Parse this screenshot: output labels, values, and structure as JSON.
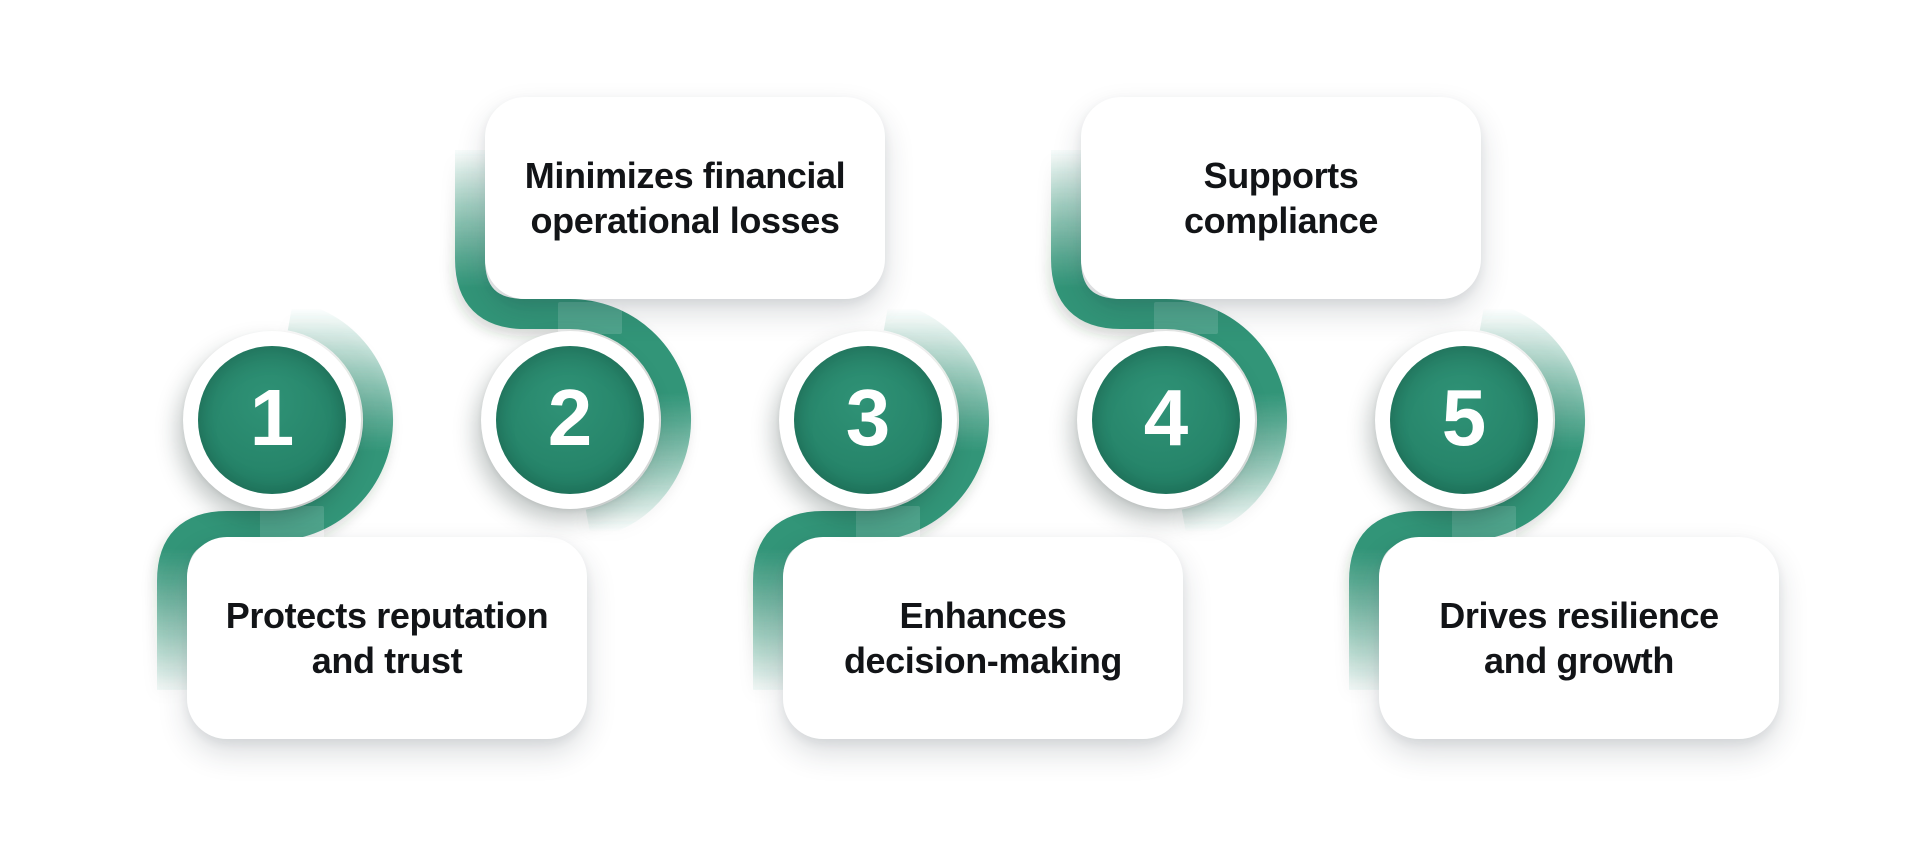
{
  "figure": {
    "kind": "process-infographic",
    "step_count": 5
  },
  "items": [
    {
      "number": "1",
      "card_position": "bottom",
      "label_line1": "Protects reputation",
      "label_line2": "and trust"
    },
    {
      "number": "2",
      "card_position": "top",
      "label_line1": "Minimizes financial",
      "label_line2": "operational losses"
    },
    {
      "number": "3",
      "card_position": "bottom",
      "label_line1": "Enhances",
      "label_line2": "decision-making"
    },
    {
      "number": "4",
      "card_position": "top",
      "label_line1": "Supports",
      "label_line2": "compliance"
    },
    {
      "number": "5",
      "card_position": "bottom",
      "label_line1": "Drives resilience",
      "label_line2": "and growth"
    }
  ],
  "colors": {
    "canvas_background": "#ffffff",
    "accent_green": "#319578",
    "circle_green_center": "#2f9276",
    "circle_green_edge": "#1e7a60",
    "card_background": "#ffffff",
    "label_text": "#121417",
    "number_text": "#ffffff"
  }
}
